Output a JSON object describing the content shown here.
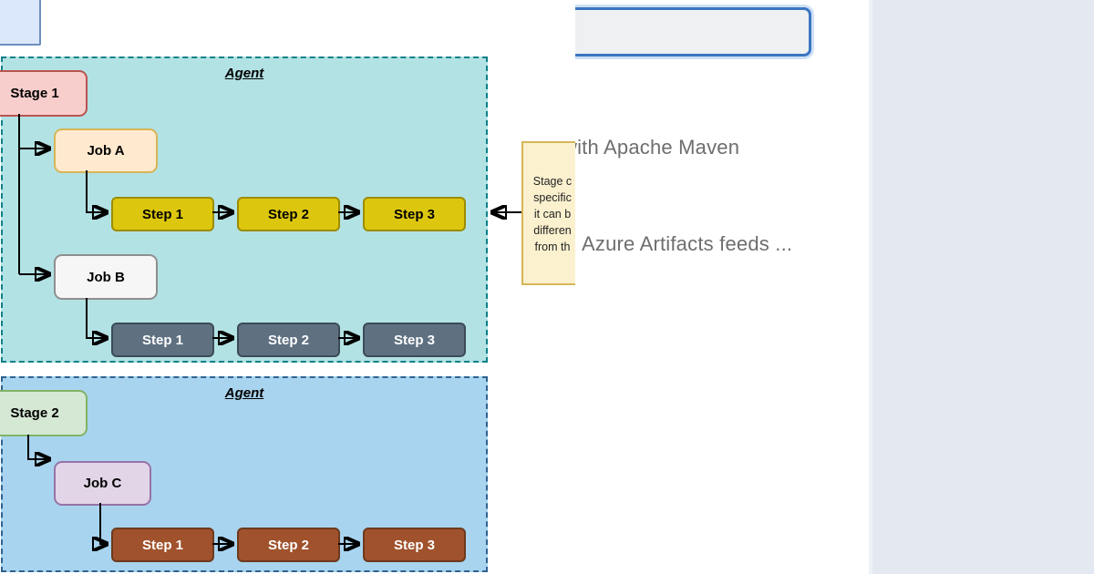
{
  "page": {
    "heading_fragment": "with Apache Maven",
    "subheading_fragment": "Azure Artifacts feeds ...",
    "input_value": ""
  },
  "diagram": {
    "stages": [
      {
        "agent_label": "Agent",
        "stage_label": "Stage 1",
        "jobs": [
          {
            "label": "Job A",
            "steps": [
              "Step 1",
              "Step 2",
              "Step 3"
            ]
          },
          {
            "label": "Job B",
            "steps": [
              "Step 1",
              "Step 2",
              "Step 3"
            ]
          }
        ]
      },
      {
        "agent_label": "Agent",
        "stage_label": "Stage 2",
        "jobs": [
          {
            "label": "Job C",
            "steps": [
              "Step 1",
              "Step 2",
              "Step 3"
            ]
          }
        ]
      }
    ],
    "note_lines": [
      "Stage c",
      "specific",
      "it can b",
      "differen",
      "from th"
    ]
  },
  "colors": {
    "accent-blue": "#3b76c2",
    "focus-ring": "#cfe0f7",
    "input-fill": "#eef0f1",
    "heading-gray": "#6e6e6e",
    "right-panel": "#e4e8f0",
    "right-panel-edge": "#eef1f7",
    "corner-box-fill": "#dbe8fc",
    "corner-box-border": "#6c8ebf",
    "stage1-container-fill": "#b3e2e4",
    "stage1-container-border": "#0e8088",
    "stage2-container-fill": "#a9d4ef",
    "stage2-container-border": "#2e628f",
    "stage1-box-fill": "#f8cecc",
    "stage1-box-border": "#b85450",
    "stage2-box-fill": "#d5e8d4",
    "stage2-box-border": "#82b366",
    "job-a-fill": "#ffe9cf",
    "job-a-border": "#d6b656",
    "job-b-fill": "#f6f6f6",
    "job-b-border": "#8f8f8f",
    "job-c-fill": "#e1d5e7",
    "job-c-border": "#9673a6",
    "step-yellow-fill": "#ddc70e",
    "step-yellow-border": "#9c8c00",
    "step-gray-fill": "#5f7181",
    "step-gray-border": "#3c4b57",
    "step-brown-fill": "#a0522d",
    "step-brown-border": "#6d3a1d",
    "note-fill": "#fbf1cf",
    "note-border": "#d6b656",
    "arrow": "#000000"
  }
}
